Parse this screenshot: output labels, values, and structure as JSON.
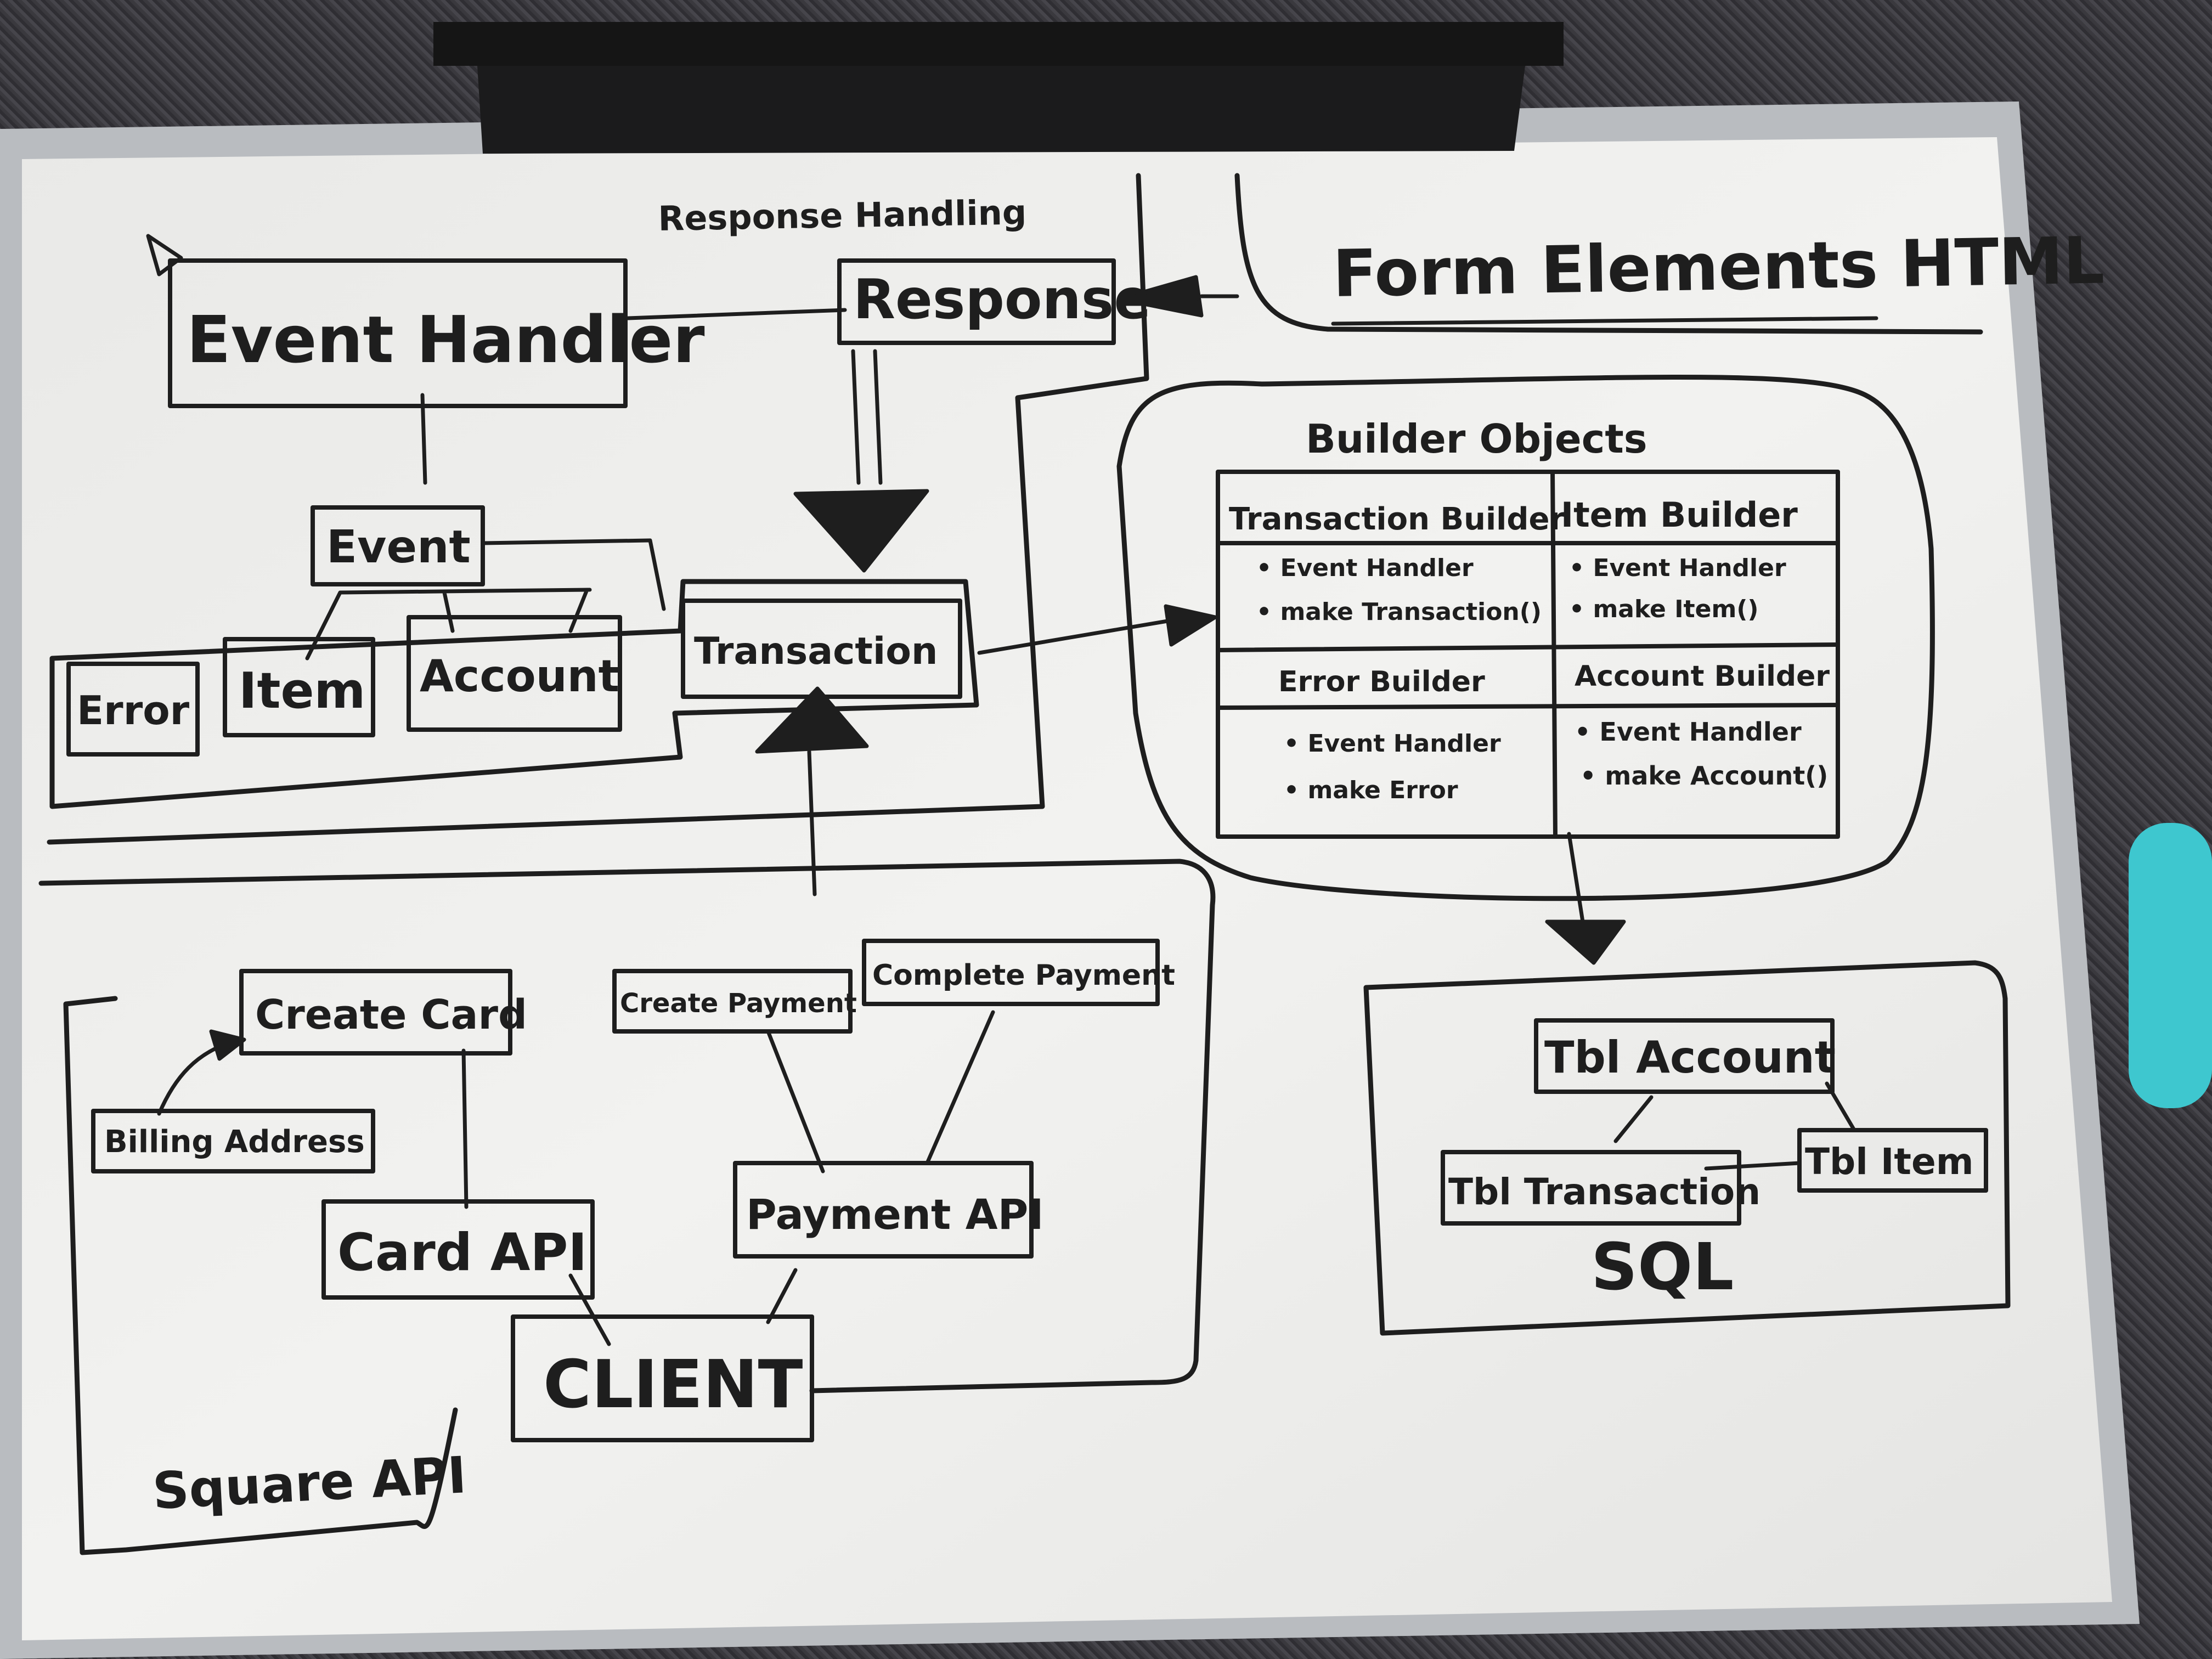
{
  "colors": {
    "ink": "#1e1e1e",
    "board": "#efefed",
    "frame": "#b9bcc0",
    "carpet": "#3a393e",
    "crocs": "#3ec7cf"
  },
  "headings": {
    "response_handling": "Response Handling",
    "form_elements": "Form Elements HTML",
    "builder_objects": "Builder Objects",
    "square_api": "Square API",
    "sql": "SQL"
  },
  "boxes": {
    "event_handler": "Event Handler",
    "response": "Response",
    "event": "Event",
    "error": "Error",
    "item": "Item",
    "account": "Account",
    "transaction": "Transaction",
    "create_card": "Create Card",
    "billing_address": "Billing Address",
    "card_api": "Card API",
    "create_payment": "Create Payment",
    "complete_payment": "Complete Payment",
    "payment_api": "Payment API",
    "client": "CLIENT",
    "tbl_account": "Tbl Account",
    "tbl_transaction": "Tbl Transaction",
    "tbl_item": "Tbl Item"
  },
  "builders": {
    "transaction": {
      "title": "Transaction Builder",
      "items": [
        "• Event Handler",
        "• make Transaction()"
      ]
    },
    "item": {
      "title": "Item Builder",
      "items": [
        "• Event Handler",
        "• make Item()"
      ]
    },
    "error": {
      "title": "Error Builder",
      "items": [
        "• Event Handler",
        "• make Error"
      ]
    },
    "account": {
      "title": "Account Builder",
      "items": [
        "• Event Handler",
        "• make Account()"
      ]
    }
  }
}
